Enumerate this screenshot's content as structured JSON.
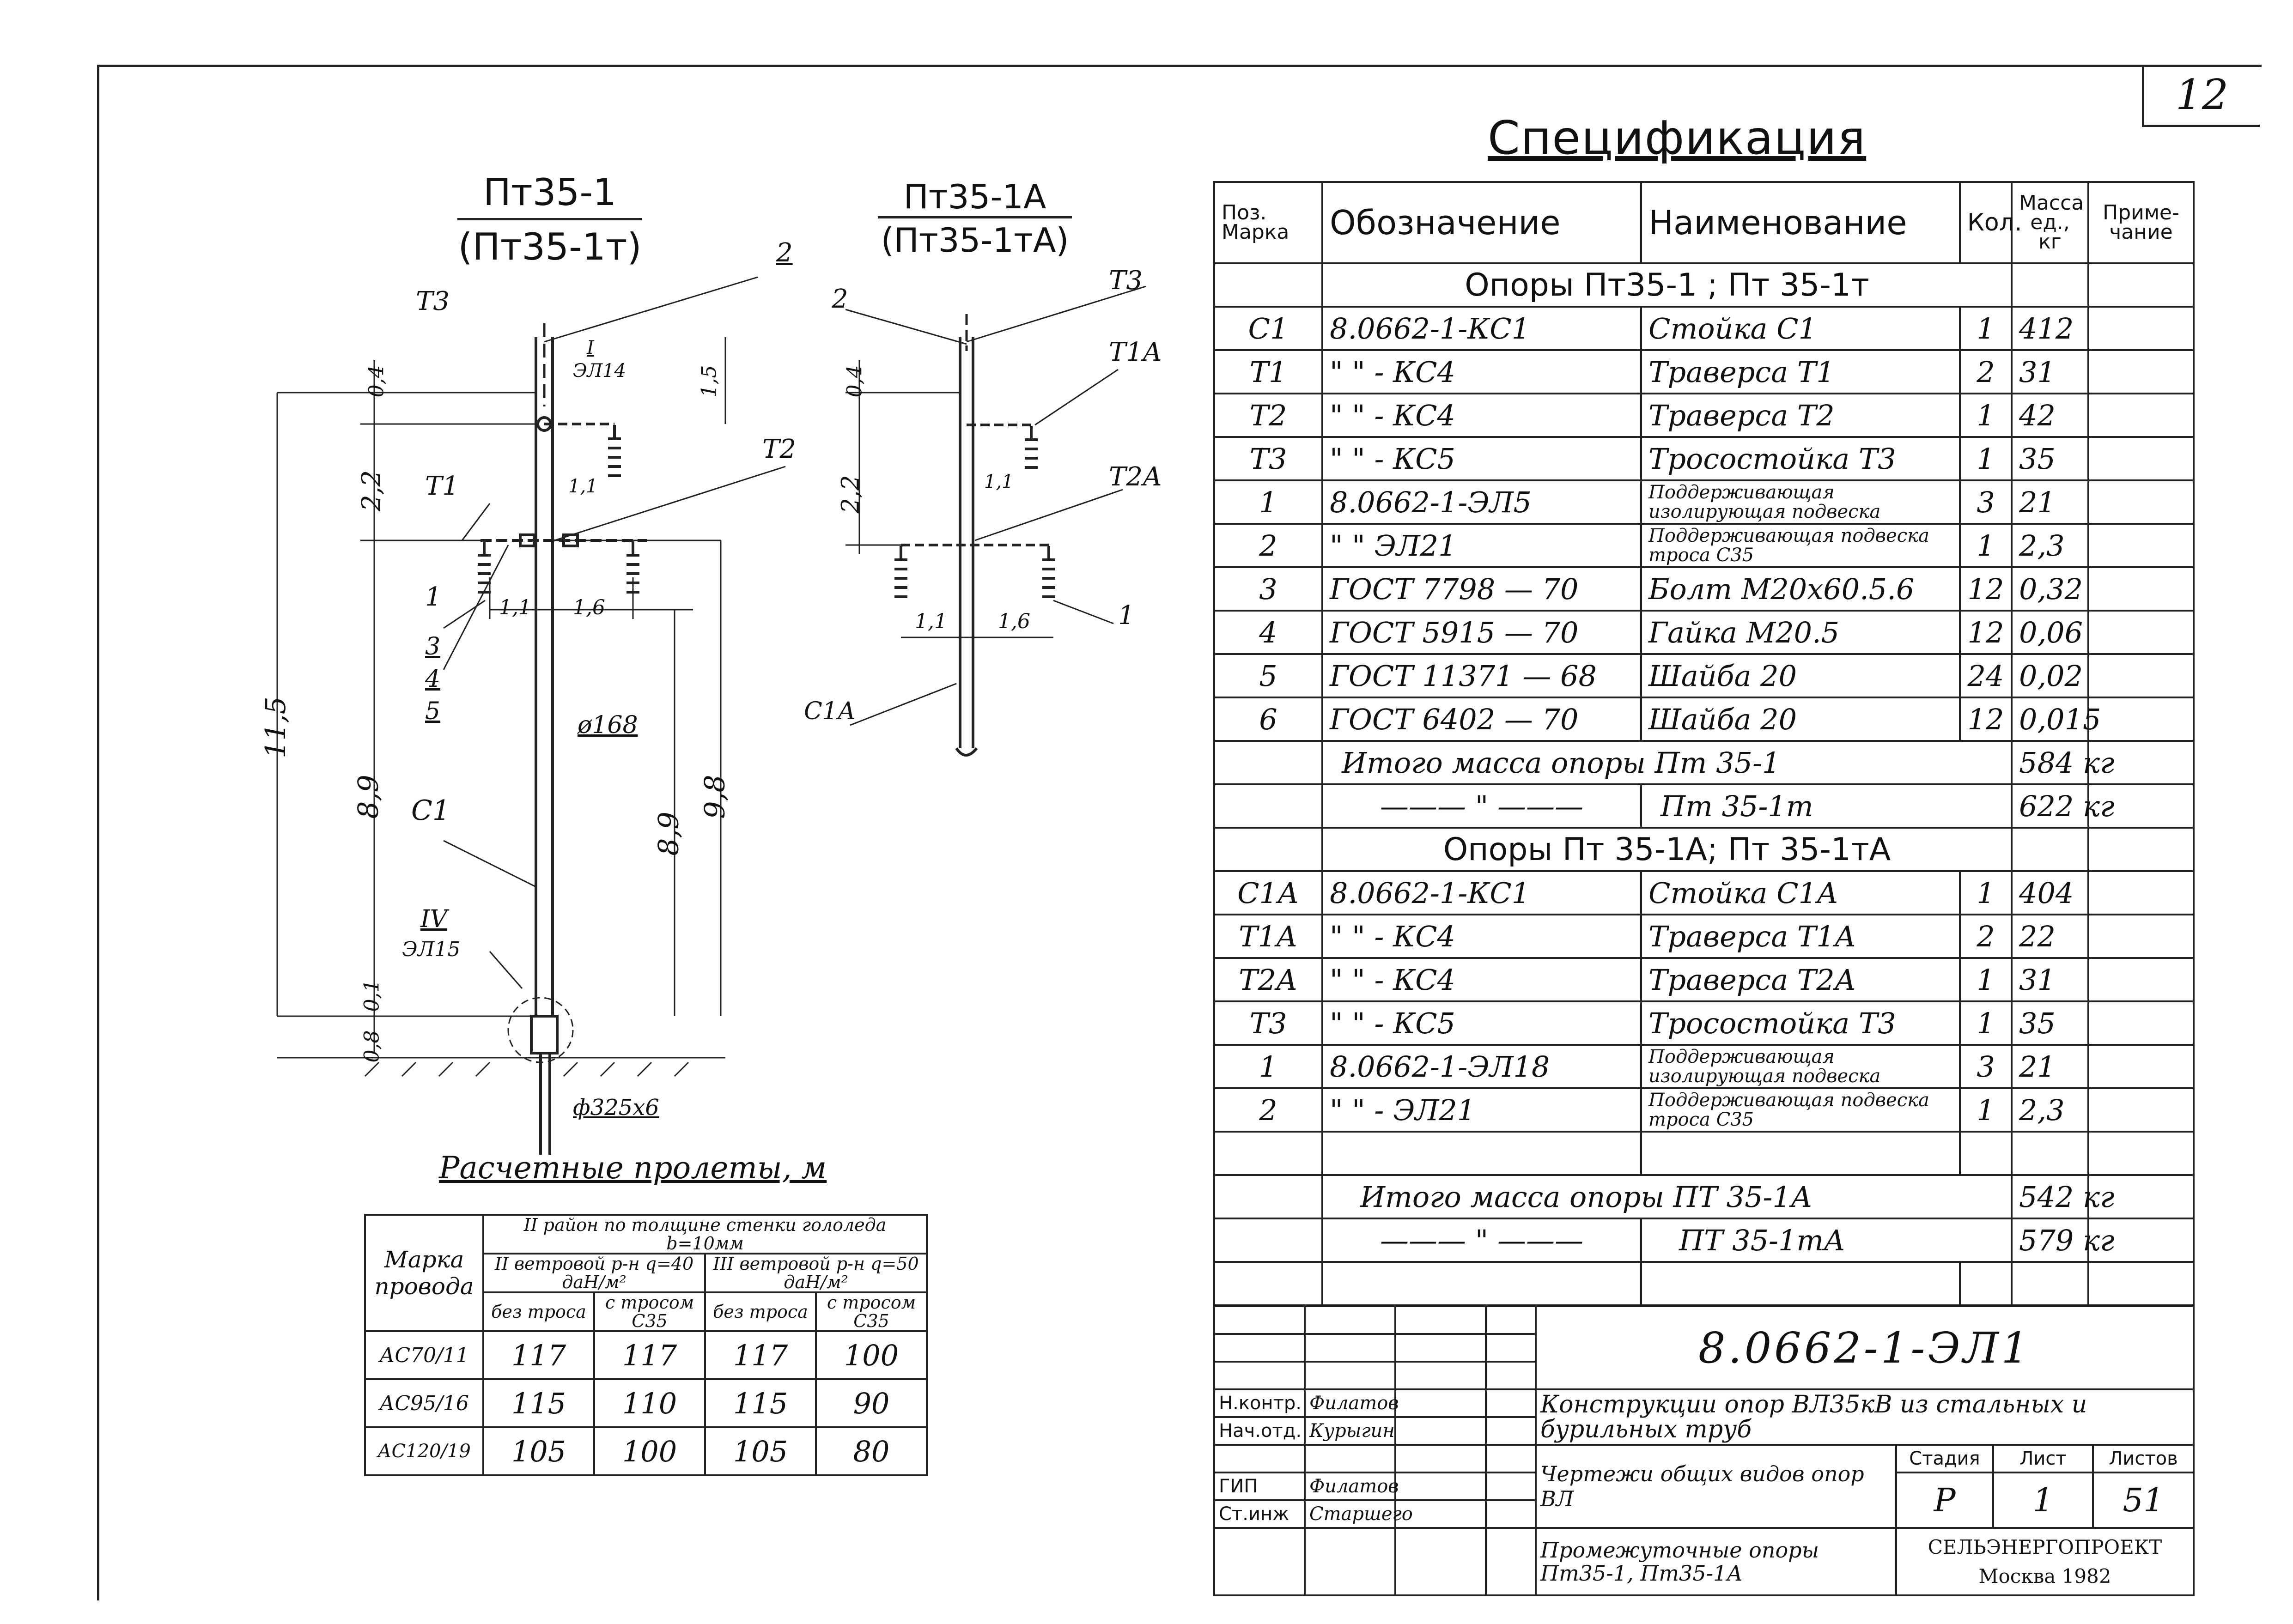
{
  "sheet_number": "12",
  "diagram_left": {
    "title": "Пт35-1",
    "subtitle": "(Пт35-1т)",
    "labels": {
      "t3": "Т3",
      "t1": "Т1",
      "t2": "Т2",
      "c1": "С1",
      "p1": "1",
      "p2": "2",
      "p3": "3",
      "p4": "4",
      "p5": "5",
      "node_i": "I",
      "node_i_ref": "ЭЛ14",
      "node_iv": "IV",
      "node_iv_ref": "ЭЛ15",
      "pipe": "ø168",
      "base": "ф325х6"
    },
    "dims": {
      "d04": "0,4",
      "d15": "1,5",
      "d22": "2,2",
      "d11a": "1,1",
      "d11b": "1,1",
      "d16": "1,6",
      "d115": "11,5",
      "d89": "8,9",
      "d89b": "8,9",
      "d98": "9,8",
      "d01": "0,1",
      "d08": "0,8"
    }
  },
  "diagram_right": {
    "title": "Пт35-1А",
    "subtitle": "(Пт35-1тА)",
    "labels": {
      "t3": "Т3",
      "t1a": "Т1А",
      "t2a": "Т2А",
      "c1a": "С1А",
      "p1": "1",
      "p2": "2"
    },
    "dims": {
      "d04": "0,4",
      "d22": "2,2",
      "d11a": "1,1",
      "d11b": "1,1",
      "d16": "1,6"
    }
  },
  "spans": {
    "title": "Расчетные пролеты, м",
    "header": {
      "mark": "Марка провода",
      "region": "II район по толщине стенки гололеда b=10мм",
      "wind2": "II ветровой р-н q=40 даН/м²",
      "wind3": "III ветровой р-н q=50 даН/м²",
      "no_cable": "без троса",
      "with_cable": "с тросом С35"
    },
    "rows": [
      {
        "mark": "АС70/11",
        "v": [
          "117",
          "117",
          "117",
          "100"
        ]
      },
      {
        "mark": "АС95/16",
        "v": [
          "115",
          "110",
          "115",
          "90"
        ]
      },
      {
        "mark": "АС120/19",
        "v": [
          "105",
          "100",
          "105",
          "80"
        ]
      }
    ]
  },
  "spec": {
    "title": "Спецификация",
    "headers": {
      "pos": "Поз. Марка",
      "designation": "Обозначение",
      "name": "Наименование",
      "qty": "Кол.",
      "mass": "Масса ед., кг",
      "note": "Приме-чание"
    },
    "group1_title": "Опоры Пт35-1 ; Пт 35-1т",
    "group1_rows": [
      {
        "pos": "С1",
        "des": "8.0662-1-КС1",
        "name": "Стойка С1",
        "qty": "1",
        "mass": "412"
      },
      {
        "pos": "Т1",
        "des": "\"  \"  - КС4",
        "name": "Траверса Т1",
        "qty": "2",
        "mass": "31"
      },
      {
        "pos": "Т2",
        "des": "\"  \"  - КС4",
        "name": "Траверса Т2",
        "qty": "1",
        "mass": "42"
      },
      {
        "pos": "Т3",
        "des": "\"  \"  - КС5",
        "name": "Тросостойка Т3",
        "qty": "1",
        "mass": "35"
      },
      {
        "pos": "1",
        "des": "8.0662-1-ЭЛ5",
        "name": "Поддерживающая изолирующая подвеска",
        "qty": "3",
        "mass": "21",
        "small": true
      },
      {
        "pos": "2",
        "des": "\"  \"  ЭЛ21",
        "name": "Поддерживающая подвеска троса С35",
        "qty": "1",
        "mass": "2,3",
        "small": true
      },
      {
        "pos": "3",
        "des": "ГОСТ 7798 — 70",
        "name": "Болт М20х60.5.6",
        "qty": "12",
        "mass": "0,32"
      },
      {
        "pos": "4",
        "des": "ГОСТ 5915 — 70",
        "name": "Гайка М20.5",
        "qty": "12",
        "mass": "0,06"
      },
      {
        "pos": "5",
        "des": "ГОСТ 11371 — 68",
        "name": "Шайба 20",
        "qty": "24",
        "mass": "0,02"
      },
      {
        "pos": "6",
        "des": "ГОСТ 6402 — 70",
        "name": "Шайба 20",
        "qty": "12",
        "mass": "0,015"
      }
    ],
    "group1_total1_label": "Итого масса опоры Пт 35-1",
    "group1_total1": "584 кг",
    "group1_total2_dash": "——— \" ———",
    "group1_total2_label": "Пт 35-1т",
    "group1_total2": "622 кг",
    "group2_title": "Опоры Пт 35-1А; Пт 35-1тА",
    "group2_rows": [
      {
        "pos": "С1А",
        "des": "8.0662-1-КС1",
        "name": "Стойка С1А",
        "qty": "1",
        "mass": "404"
      },
      {
        "pos": "Т1А",
        "des": "\"  \"  - КС4",
        "name": "Траверса Т1А",
        "qty": "2",
        "mass": "22"
      },
      {
        "pos": "Т2А",
        "des": "\"  \"  - КС4",
        "name": "Траверса Т2А",
        "qty": "1",
        "mass": "31"
      },
      {
        "pos": "Т3",
        "des": "\"  \"  - КС5",
        "name": "Тросостойка Т3",
        "qty": "1",
        "mass": "35"
      },
      {
        "pos": "1",
        "des": "8.0662-1-ЭЛ18",
        "name": "Поддерживающая изолирующая подвеска",
        "qty": "3",
        "mass": "21",
        "small": true
      },
      {
        "pos": "2",
        "des": "\"  \"  - ЭЛ21",
        "name": "Поддерживающая подвеска троса С35",
        "qty": "1",
        "mass": "2,3",
        "small": true
      }
    ],
    "group2_total1_label": "Итого масса опоры ПТ 35-1А",
    "group2_total1": "542 кг",
    "group2_total2_dash": "——— \" ———",
    "group2_total2_label": "ПТ 35-1тА",
    "group2_total2": "579 кг"
  },
  "stamp": {
    "code": "8.0662-1-ЭЛ1",
    "project": "Конструкции опор ВЛ35кВ из стальных и бурильных труб",
    "roles": [
      "Н.контр.",
      "Нач.отд.",
      "ГИП",
      "Ст.инж"
    ],
    "names": [
      "Филатов",
      "Курыгин",
      "Филатов",
      "Старшего"
    ],
    "sheet_desc": "Чертежи общих видов опор ВЛ",
    "stage_label": "Стадия",
    "sheet_label": "Лист",
    "sheets_label": "Листов",
    "stage": "Р",
    "sheet": "1",
    "sheets": "51",
    "doc_title": "Промежуточные опоры Пт35-1, Пт35-1А",
    "org": "СЕЛЬЭНЕРГОПРОЕКТ",
    "city": "Москва 1982"
  },
  "colors": {
    "ink": "#222222",
    "paper": "#ffffff"
  }
}
